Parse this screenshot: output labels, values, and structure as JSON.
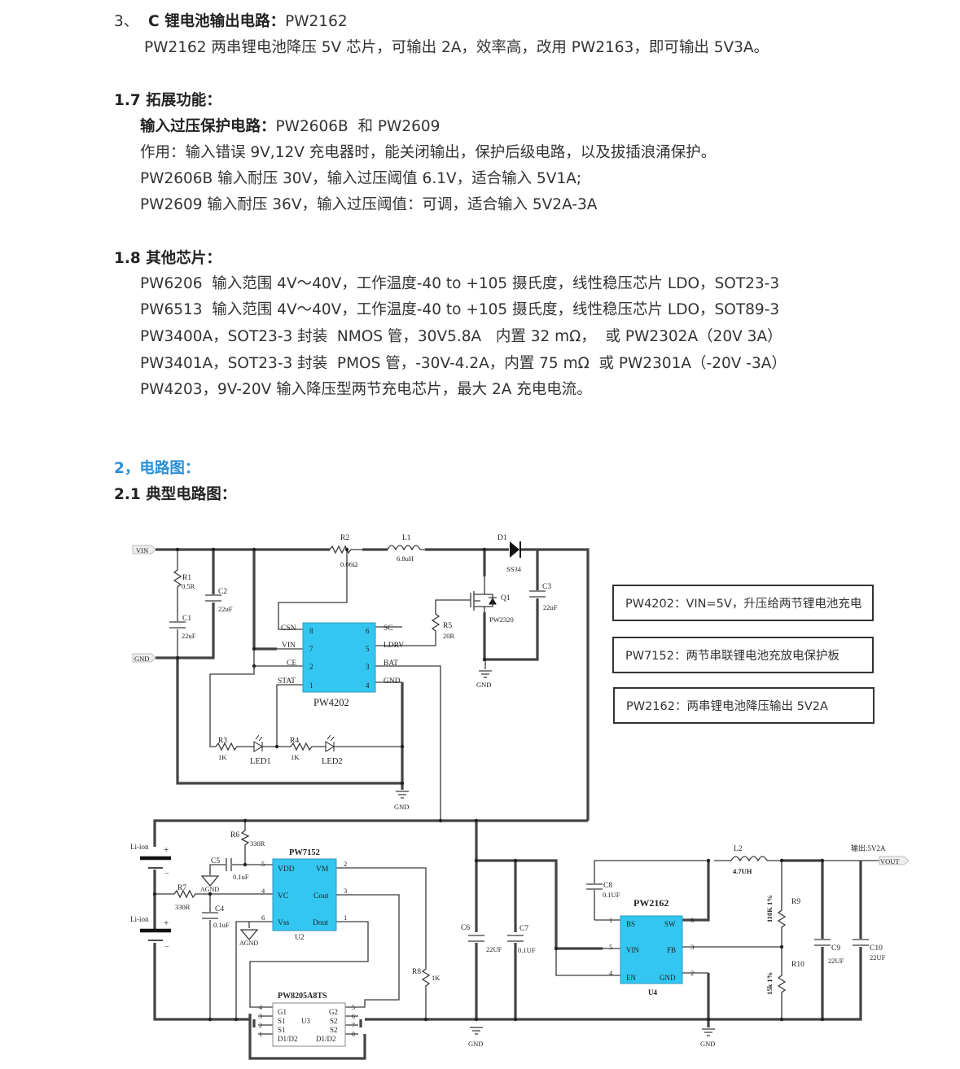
{
  "section_c": {
    "number": "3、",
    "title": "C 锂电池输出电路：",
    "chip": "PW2162",
    "desc": "PW2162 两串锂电池降压 5V 芯片，可输出 2A，效率高，改用 PW2163，即可输出 5V3A。"
  },
  "section_17": {
    "title": "1.7 拓展功能：",
    "ovp_label": "输入过压保护电路：",
    "ovp_chips": "PW2606B  和 PW2609",
    "lines": [
      "作用：输入错误 9V,12V 充电器时，能关闭输出，保护后级电路，以及拔插浪涌保护。",
      "PW2606B 输入耐压 30V，输入过压阈值 6.1V，适合输入 5V1A;",
      "PW2609 输入耐压 36V，输入过压阈值：可调，适合输入 5V2A-3A"
    ]
  },
  "section_18": {
    "title": "1.8 其他芯片：",
    "lines": [
      "PW6206  输入范围 4V～40V，工作温度-40 to +105 摄氏度，线性稳压芯片 LDO，SOT23-3",
      "PW6513  输入范围 4V～40V，工作温度-40 to +105 摄氏度，线性稳压芯片 LDO，SOT89-3",
      "PW3400A，SOT23-3 封装  NMOS 管，30V5.8A   内置 32 mΩ，  或 PW2302A（20V 3A）",
      "PW3401A，SOT23-3 封装  PMOS 管，-30V-4.2A，内置 75 mΩ  或 PW2301A（-20V -3A）",
      "PW4203，9V-20V 输入降压型两节充电芯片，最大 2A 充电电流。"
    ]
  },
  "section_2": {
    "title": "2，电路图：",
    "sub": "2.1 典型电路图："
  },
  "notes": [
    "PW4202：VIN=5V，升压给两节锂电池充电",
    "PW7152：两节串联锂电池充放电保护板",
    "PW2162：两串锂电池降压输出 5V2A"
  ],
  "circuit": {
    "vin": "VIN",
    "gnd": "GND",
    "r1": "R1",
    "r1v": "0.5R",
    "c1": "C1",
    "c1v": "22uF",
    "c2": "C2",
    "c2v": "22uF",
    "r2": "R2",
    "r2v": "0.06Ω",
    "l1": "L1",
    "l1v": "6.8uH",
    "d1": "D1",
    "d1v": "SS34",
    "c3": "C3",
    "c3v": "22uF",
    "q1": "Q1",
    "q1v": "PW2320",
    "r5": "R5",
    "r5v": "20R",
    "u1": "PW4202",
    "u1_pins": {
      "csn": "CSN",
      "vin": "VIN",
      "ce": "CE",
      "stat": "STAT",
      "sc": "SC",
      "ldrv": "LDRV",
      "bat": "BAT",
      "gnd": "GND",
      "p8": "8",
      "p7": "7",
      "p2": "2",
      "p1": "1",
      "p6": "6",
      "p5": "5",
      "p3": "3",
      "p4": "4"
    },
    "r3": "R3",
    "r3v": "1K",
    "led1": "LED1",
    "r4": "R4",
    "r4v": "1K",
    "led2": "LED2",
    "liion": "Li-ion",
    "plus": "+",
    "minus": "−",
    "r6": "R6",
    "r6v": "330R",
    "c5": "C5",
    "c5v": "0.1uF",
    "r7": "R7",
    "r7v": "330R",
    "c4": "C4",
    "c4v": "0.1uF",
    "agnd": "AGND",
    "u2": "PW7152",
    "u2_ref": "U2",
    "u2_pins": {
      "vdd": "VDD",
      "vc": "VC",
      "vss": "Vss",
      "vm": "VM",
      "cout": "Cout",
      "dout": "Dout",
      "p5": "5",
      "p4": "4",
      "p6": "6",
      "p2": "2",
      "p3": "3",
      "p1": "1"
    },
    "r8": "R8",
    "r8v": "1K",
    "u3": "PW8205A8TS",
    "u3_ref": "U3",
    "u3_pins": {
      "g1": "G1",
      "s1": "S1",
      "d1d2": "D1/D2",
      "g2": "G2",
      "s2": "S2",
      "p1": "1",
      "p2": "2",
      "p3": "3",
      "p4": "4",
      "p5": "5",
      "p6": "6",
      "p7": "7",
      "p8": "8"
    },
    "c6": "C6",
    "c6v": "22UF",
    "c7": "C7",
    "c7v": "0.1UF",
    "c8": "C8",
    "c8v": "0.1UF",
    "u4": "PW2162",
    "u4_ref": "U4",
    "u4_pins": {
      "bs": "BS",
      "vin": "VIN",
      "en": "EN",
      "sw": "SW",
      "fb": "FB",
      "gnd": "GND",
      "p1": "1",
      "p5": "5",
      "p4": "4",
      "p6": "6",
      "p3": "3",
      "p2": "2"
    },
    "l2": "L2",
    "l2v": "4.7UH",
    "out_label": "输出:5V2A",
    "vout": "VOUT",
    "r9": "R9",
    "r9v": "110K  1%",
    "r10": "R10",
    "r10v": "15k  1%",
    "c9": "C9",
    "c9v": "22UF",
    "c10": "C10",
    "c10v": "22UF"
  }
}
